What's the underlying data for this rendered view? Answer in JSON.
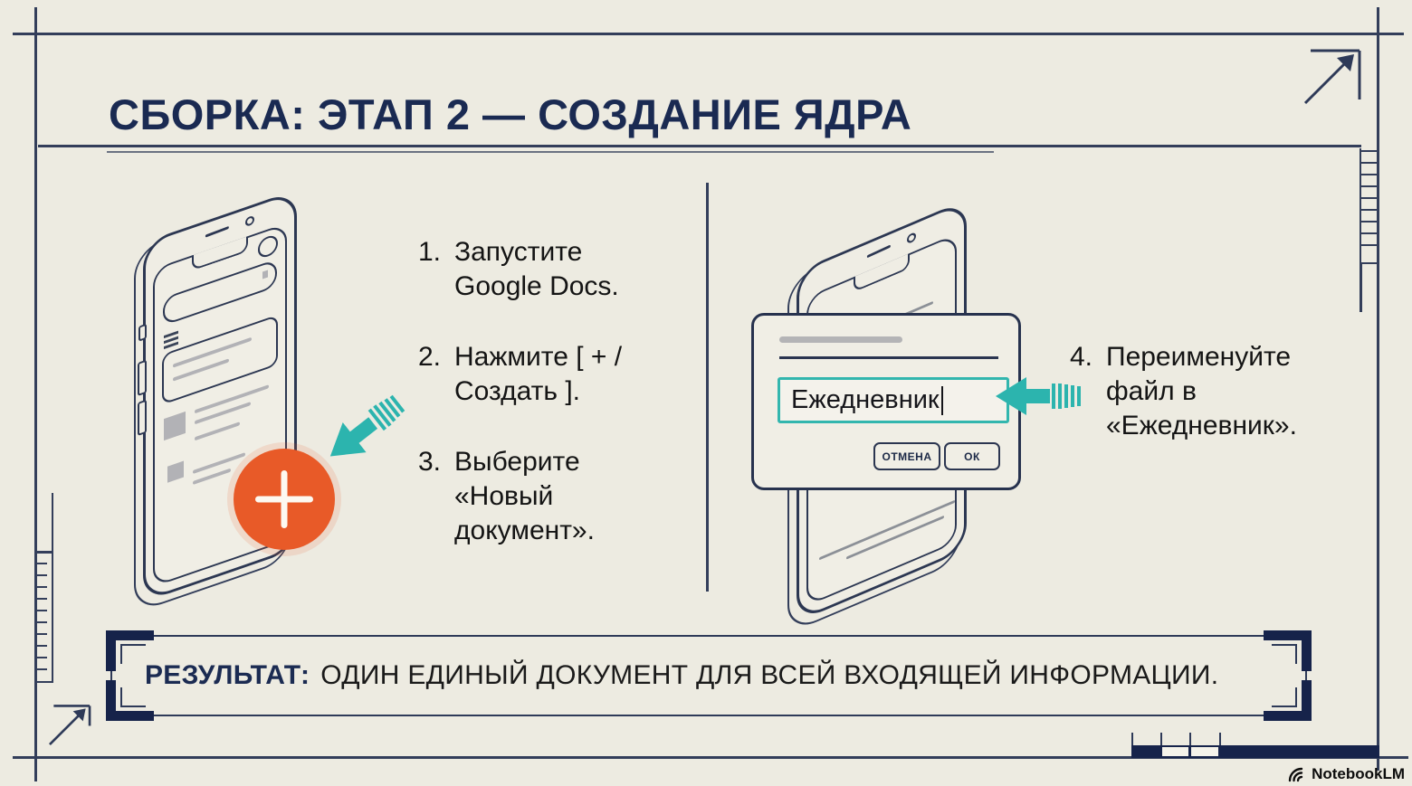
{
  "title": "СБОРКА: ЭТАП 2 — СОЗДАНИЕ ЯДРА",
  "steps": [
    {
      "num": "1.",
      "lines": [
        "Запустите",
        "Google Docs."
      ]
    },
    {
      "num": "2.",
      "lines": [
        "Нажмите [ + /",
        "Создать ]."
      ]
    },
    {
      "num": "3.",
      "lines": [
        "Выберите",
        "«Новый",
        "документ»."
      ]
    },
    {
      "num": "4.",
      "lines": [
        "Переименуйте",
        "файл в",
        "«Ежедневник»."
      ]
    }
  ],
  "dialog": {
    "input_value": "Ежедневник",
    "cancel_label": "ОТМЕНА",
    "ok_label": "ОК"
  },
  "result": {
    "label": "РЕЗУЛЬТАТ:",
    "text": "ОДИН ЕДИНЫЙ ДОКУМЕНТ ДЛЯ ВСЕЙ ВХОДЯЩЕЙ ИНФОРМАЦИИ."
  },
  "watermark": {
    "brand": "NotebookLM"
  },
  "icons": {
    "fab": "plus-icon",
    "pointer": "teal-arrow-icon",
    "corner": "diagonal-arrow-icon",
    "logo": "notebooklm-logo-icon"
  },
  "colors": {
    "background": "#edebe1",
    "navy": "#1a2a52",
    "line": "#333e5a",
    "teal": "#2cb4ae",
    "orange": "#e85a28",
    "gray_placeholder": "#b2b2b6",
    "ink": "#141414"
  }
}
